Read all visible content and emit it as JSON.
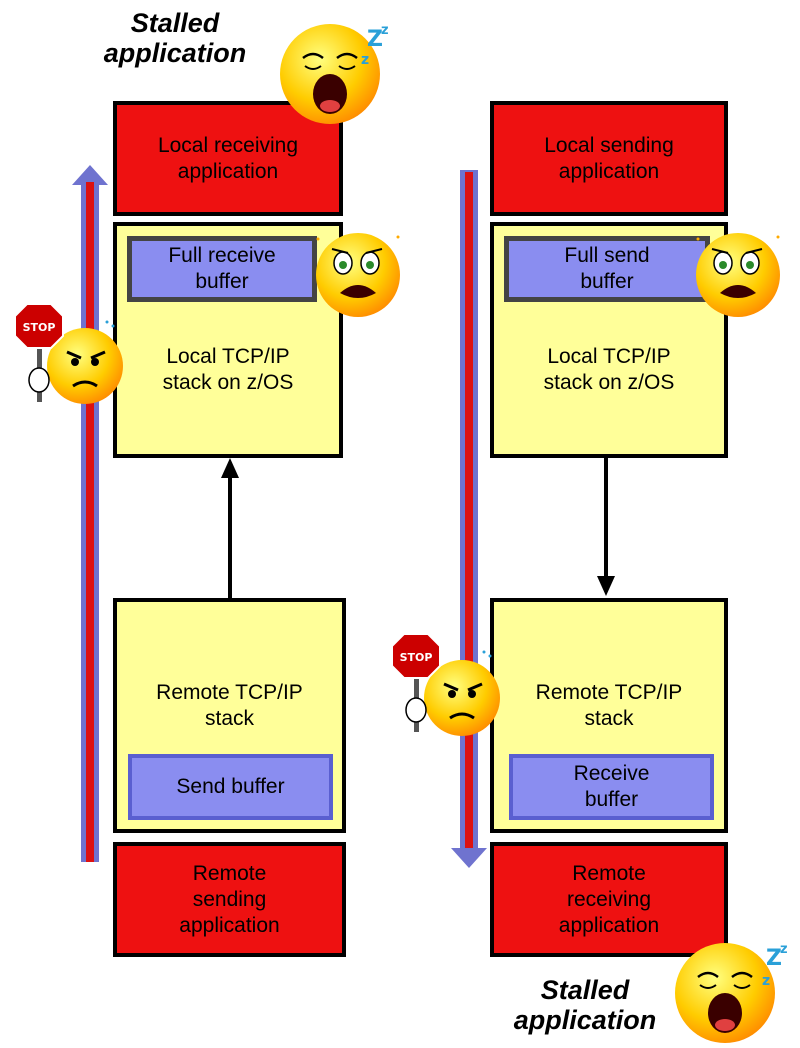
{
  "left": {
    "app_top": "Local receiving application",
    "buffer_top": "Full receive buffer",
    "stack_top": "Local TCP/IP stack on z/OS",
    "stack_bottom": "Remote TCP/IP stack",
    "buffer_bottom": "Send buffer",
    "app_bottom": "Remote sending application",
    "caption": "Stalled application"
  },
  "right": {
    "app_top": "Local sending application",
    "buffer_top": "Full send buffer",
    "stack_top": "Local TCP/IP stack on z/OS",
    "stack_bottom": "Remote TCP/IP stack",
    "buffer_bottom": "Receive buffer",
    "app_bottom": "Remote receiving application",
    "caption": "Stalled application"
  },
  "stop_sign_text": "STOP",
  "colors": {
    "application": "#ee1111",
    "stack": "#ffff99",
    "buffer": "#8a8df0",
    "flow_arrow_outer": "#6f73cf",
    "flow_arrow_inner": "#dd1111"
  }
}
